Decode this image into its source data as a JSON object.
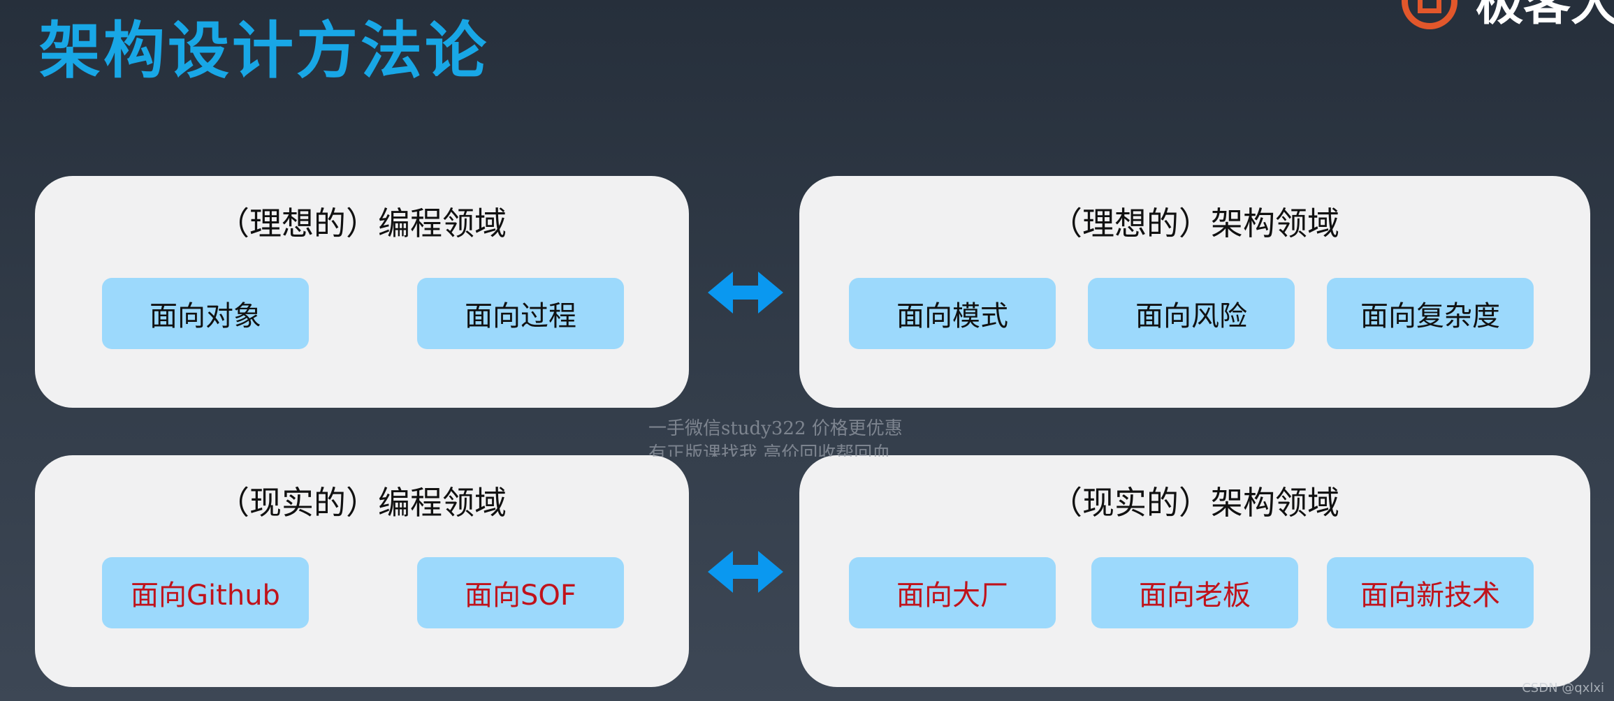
{
  "title": "架构设计方法论",
  "brand": {
    "text": "极客大学",
    "color": "#e2572b"
  },
  "panels": {
    "ideal_programming": {
      "title": "（理想的）编程领域",
      "chips": [
        "面向对象",
        "面向过程"
      ]
    },
    "ideal_architecture": {
      "title": "（理想的）架构领域",
      "chips": [
        "面向模式",
        "面向风险",
        "面向复杂度"
      ]
    },
    "real_programming": {
      "title": "（现实的）编程领域",
      "chips": [
        "面向Github",
        "面向SOF"
      ]
    },
    "real_architecture": {
      "title": "（现实的）架构领域",
      "chips": [
        "面向大厂",
        "面向老板",
        "面向新技术"
      ]
    }
  },
  "watermark": {
    "line1": "一手微信study322 价格更优惠",
    "line2": "有正版课找我 高价回收帮回血"
  },
  "credit": "CSDN @qxlxi",
  "colors": {
    "title": "#18a7e6",
    "panel": "#f1f1f2",
    "chip": "#9cd9fc",
    "real_text": "#c0131b",
    "arrow": "#0a98f0"
  }
}
